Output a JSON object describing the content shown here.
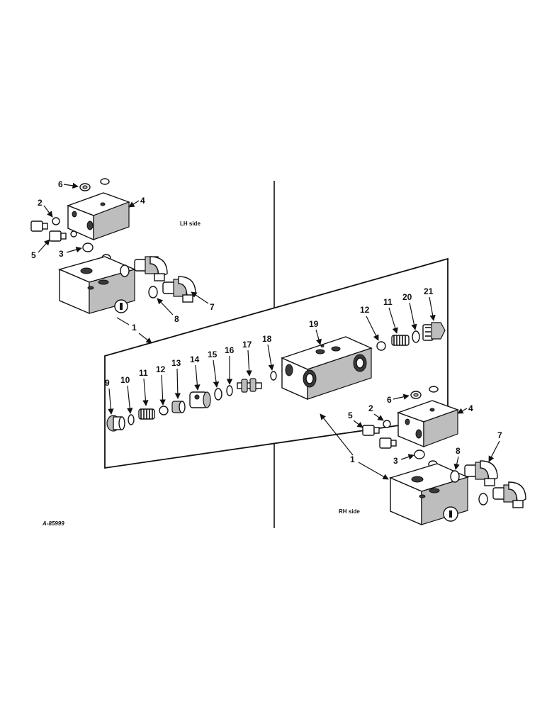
{
  "labels": {
    "lh_side": "LH side",
    "rh_side": "RH side",
    "drawing_code": "A-85999"
  },
  "callouts": {
    "lh_6": "6",
    "lh_2": "2",
    "lh_4": "4",
    "lh_5": "5",
    "lh_3": "3",
    "lh_7": "7",
    "lh_8": "8",
    "lh_1": "1",
    "c_9": "9",
    "c_10": "10",
    "c_11": "11",
    "c_12": "12",
    "c_13": "13",
    "c_14": "14",
    "c_15": "15",
    "c_16": "16",
    "c_17": "17",
    "c_18": "18",
    "c_19": "19",
    "c_12b": "12",
    "c_11b": "11",
    "c_20": "20",
    "c_21": "21",
    "rh_6": "6",
    "rh_4": "4",
    "rh_5": "5",
    "rh_2": "2",
    "rh_3": "3",
    "rh_7": "7",
    "rh_8": "8",
    "rh_1": "1"
  },
  "colors": {
    "ink": "#111111",
    "paper": "#ffffff",
    "shade": "#bdbdbd"
  }
}
